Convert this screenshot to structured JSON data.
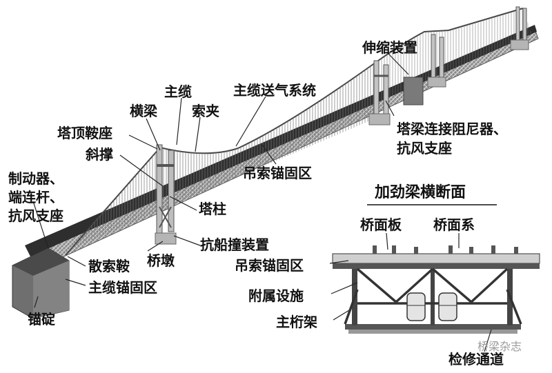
{
  "labels": {
    "shensuo": "伸缩装置",
    "zhulan": "主缆",
    "songqi": "主缆送气系统",
    "hengliang": "横梁",
    "suojia": "索夹",
    "tading": "塔顶鞍座",
    "lianjie1": "塔梁连接阻尼器、",
    "lianjie2": "抗风支座",
    "xiecheng": "斜撑",
    "diaosuo1": "吊索锚固区",
    "zhidong1": "制动器、",
    "zhidong2": "端连杆、",
    "zhidong3": "抗风支座",
    "tazhu": "塔柱",
    "kangchuan": "抗船撞装置",
    "qiaodun": "桥墩",
    "sansuo": "散索鞍",
    "maogu": "主缆锚固区",
    "maoding": "锚碇"
  },
  "section": {
    "title": "加劲梁横断面",
    "qiaomianban": "桥面板",
    "qiaomianxi": "桥面系",
    "diaosuo2": "吊索锚固区",
    "fushu": "附属设施",
    "zhuhengjia": "主桁架",
    "jianxiu": "检修通道"
  },
  "watermark": "桥梁杂志"
}
